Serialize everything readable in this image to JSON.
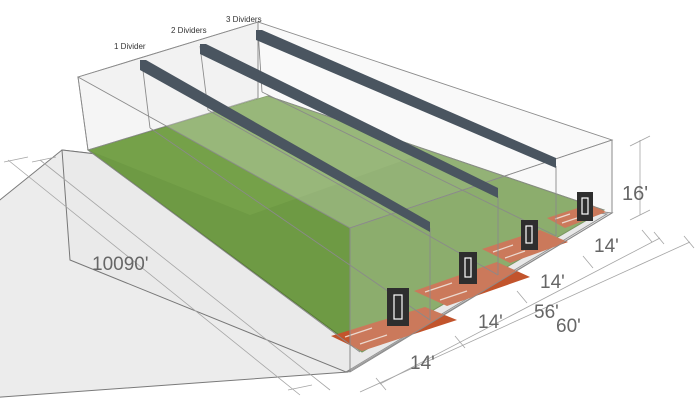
{
  "diagram": {
    "divider_labels": {
      "one": "1 Divider",
      "two": "2 Dividers",
      "three": "3 Dividers"
    },
    "dimensions": {
      "height": "16'",
      "length_outer_inner": "10090'",
      "width_inner": "56'",
      "width_outer": "60'",
      "lane_1": "14'",
      "lane_2": "14'",
      "lane_3": "14'",
      "lane_4": "14'"
    },
    "colors": {
      "turf": "#6f9a45",
      "turf_dark": "#5f8a3a",
      "batting_mat": "#c2542c",
      "divider": "#4a5560",
      "net_frame": "#8a8a8a",
      "target": "#2e2e2e",
      "dimension_line": "#999999",
      "dimension_text": "#666666"
    }
  }
}
